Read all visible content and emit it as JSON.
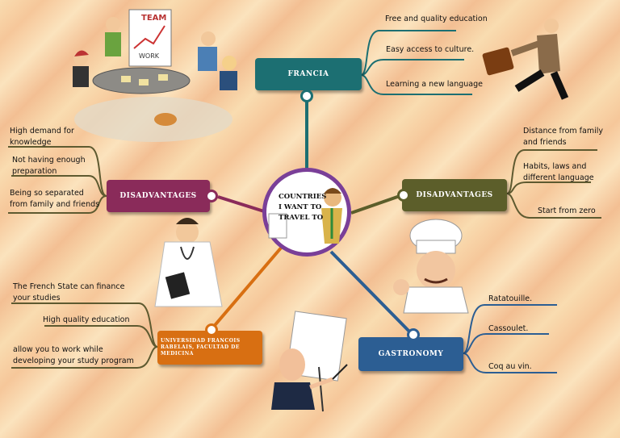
{
  "center": {
    "title": "COUNTRIES I WANT TO TRAVEL TO"
  },
  "nodes": {
    "francia": {
      "label": "FRANCIA",
      "color": "#1c6f72"
    },
    "disadvantages_left": {
      "label": "DISADVANTAGES",
      "color": "#8a2b5a"
    },
    "disadvantages_right": {
      "label": "DISADVANTAGES",
      "color": "#5c5e2a"
    },
    "university": {
      "label": "UNIVERSIDAD FRANCOIS RABELAIS, FACULTAD DE MEDICINA",
      "color": "#d86f12"
    },
    "gastronomy": {
      "label": "GASTRONOMY",
      "color": "#2c5e93"
    }
  },
  "leaves": {
    "francia": [
      "Free and quality education",
      "Easy access to culture.",
      "Learning a new language"
    ],
    "disadvantages_left": [
      "High demand for knowledge",
      "Not having enough preparation",
      "Being so separated from family and friends"
    ],
    "disadvantages_right": [
      "Distance from family and friends",
      "Habits, laws and different language",
      "Start from zero"
    ],
    "university": [
      "The French State can finance your studies",
      "High quality education",
      "allow you to work while developing your study program"
    ],
    "gastronomy": [
      "Ratatouille.",
      "Cassoulet.",
      "Coq au vin."
    ]
  },
  "illustration_text": {
    "team": "TEAM",
    "work": "WORK"
  }
}
